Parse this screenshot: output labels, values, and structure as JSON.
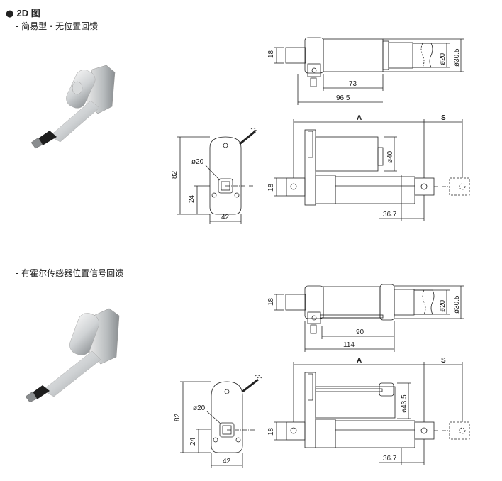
{
  "header": {
    "bullet": "●",
    "title": "2D 图",
    "section1": "- 简易型・无位置回馈",
    "section2": "- 有霍尔传感器位置信号回馈"
  },
  "variant1": {
    "top": {
      "height": "18",
      "d_inner": "ø20",
      "d_outer": "ø30.5",
      "len_short": "73",
      "len_long": "96.5"
    },
    "side": {
      "height": "82",
      "hole": "ø20",
      "offset": "24",
      "width": "42"
    },
    "front": {
      "A": "A",
      "S": "S",
      "motor_d": "ø40",
      "height": "18",
      "offset": "36.7"
    }
  },
  "variant2": {
    "top": {
      "height": "18",
      "d_inner": "ø20",
      "d_outer": "ø30.5",
      "len_short": "90",
      "len_long": "114"
    },
    "side": {
      "height": "82",
      "hole": "ø20",
      "offset": "24",
      "width": "42"
    },
    "front": {
      "A": "A",
      "S": "S",
      "motor_d": "ø43.5",
      "height": "18",
      "offset": "36.7"
    }
  }
}
